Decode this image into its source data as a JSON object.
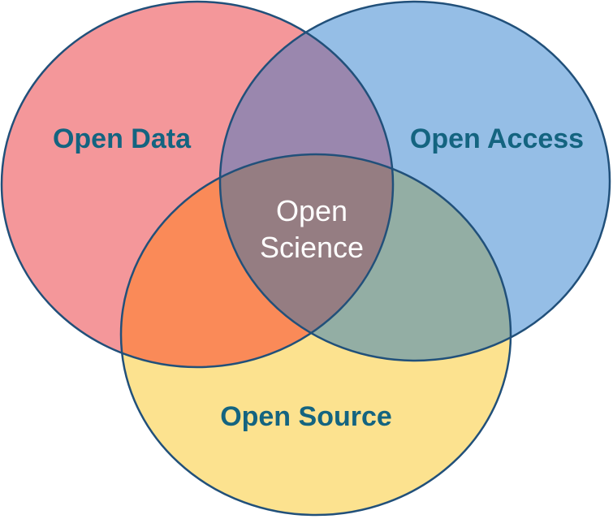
{
  "diagram": {
    "type": "venn",
    "sets": [
      {
        "id": "open-data",
        "label": "Open Data",
        "fill": "#F4979A"
      },
      {
        "id": "open-access",
        "label": "Open Access",
        "fill": "#95BEE6"
      },
      {
        "id": "open-source",
        "label": "Open Source",
        "fill": "#FCE28F"
      }
    ],
    "overlaps": {
      "data_access": "#9A87AE",
      "data_source": "#FA8A58",
      "access_source": "#93AEA4",
      "all": "#957D82"
    },
    "center_label": {
      "line1": "Open",
      "line2": "Science"
    },
    "outline_color": "#21507A",
    "set_label_color": "#146480",
    "center_label_color": "#FFFFFF"
  }
}
